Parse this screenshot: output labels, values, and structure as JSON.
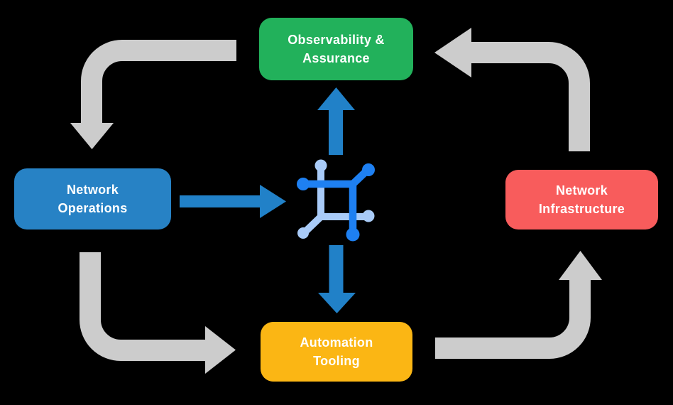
{
  "colors": {
    "background": "#000000",
    "observability": "#22B15B",
    "operations": "#2782C5",
    "infrastructure": "#F85C5C",
    "automation": "#FBB614",
    "flow_arrow": "#CCCCCC",
    "data_arrow": "#2181C8",
    "icon_dark_blue": "#1E80F2",
    "icon_light_blue": "#A9CBF8",
    "label_text": "#FFFFFF"
  },
  "nodes": {
    "observability": {
      "line1": "Observability &",
      "line2": "Assurance"
    },
    "operations": {
      "line1": "Network",
      "line2": "Operations"
    },
    "infrastructure": {
      "line1": "Network",
      "line2": "Infrastructure"
    },
    "automation": {
      "line1": "Automation",
      "line2": "Tooling"
    }
  },
  "center_icon": "network-hub-icon",
  "flow": {
    "cycle_arrows": [
      "Observability & Assurance -> Network Operations",
      "Network Operations -> Automation Tooling",
      "Automation Tooling -> Network Infrastructure",
      "Network Infrastructure -> Observability & Assurance"
    ],
    "hub_arrows": [
      "Network Operations -> network hub",
      "network hub -> Observability & Assurance",
      "network hub -> Automation Tooling"
    ]
  }
}
